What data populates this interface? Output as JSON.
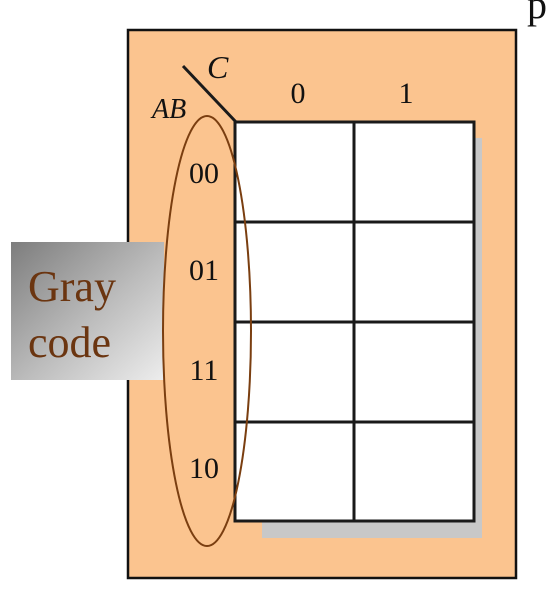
{
  "kmap": {
    "row_var": "AB",
    "col_var": "C",
    "col_labels": [
      "0",
      "1"
    ],
    "row_labels": [
      "00",
      "01",
      "11",
      "10"
    ]
  },
  "callout": {
    "line1": "Gray",
    "line2": "code"
  },
  "corner_glyph": "p",
  "colors": {
    "panel_fill": "#fbc48f",
    "grid_line": "#1a1a1a",
    "shadow": "#c8c8c8",
    "ellipse": "#7a3e10",
    "callout_text": "#6b3510"
  }
}
